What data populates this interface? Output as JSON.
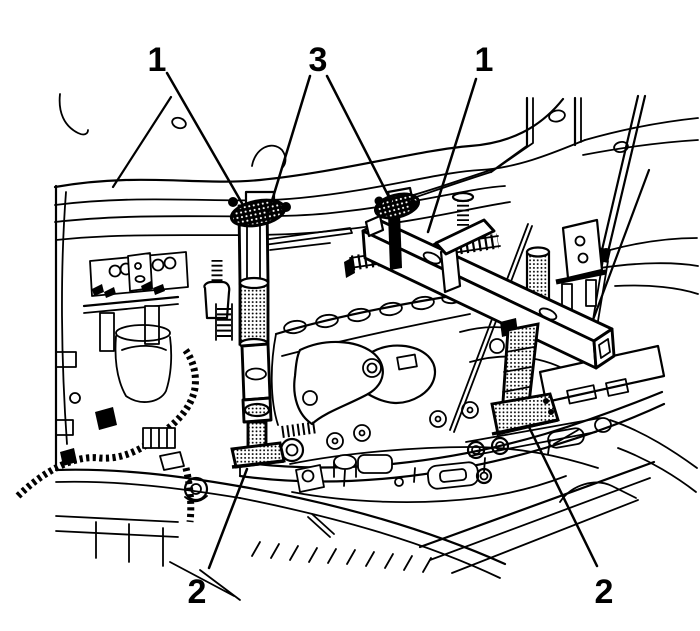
{
  "figure": {
    "type": "technical-line-illustration",
    "description": "Engine support fixture installed across an engine compartment, black line art on white with numbered callouts",
    "background_color": "#ffffff",
    "line_color": "#000000",
    "callouts": [
      {
        "id": "callout-1-left",
        "label": "1"
      },
      {
        "id": "callout-3-top",
        "label": "3"
      },
      {
        "id": "callout-1-right",
        "label": "1"
      },
      {
        "id": "callout-2-left",
        "label": "2"
      },
      {
        "id": "callout-2-right",
        "label": "2"
      }
    ]
  }
}
